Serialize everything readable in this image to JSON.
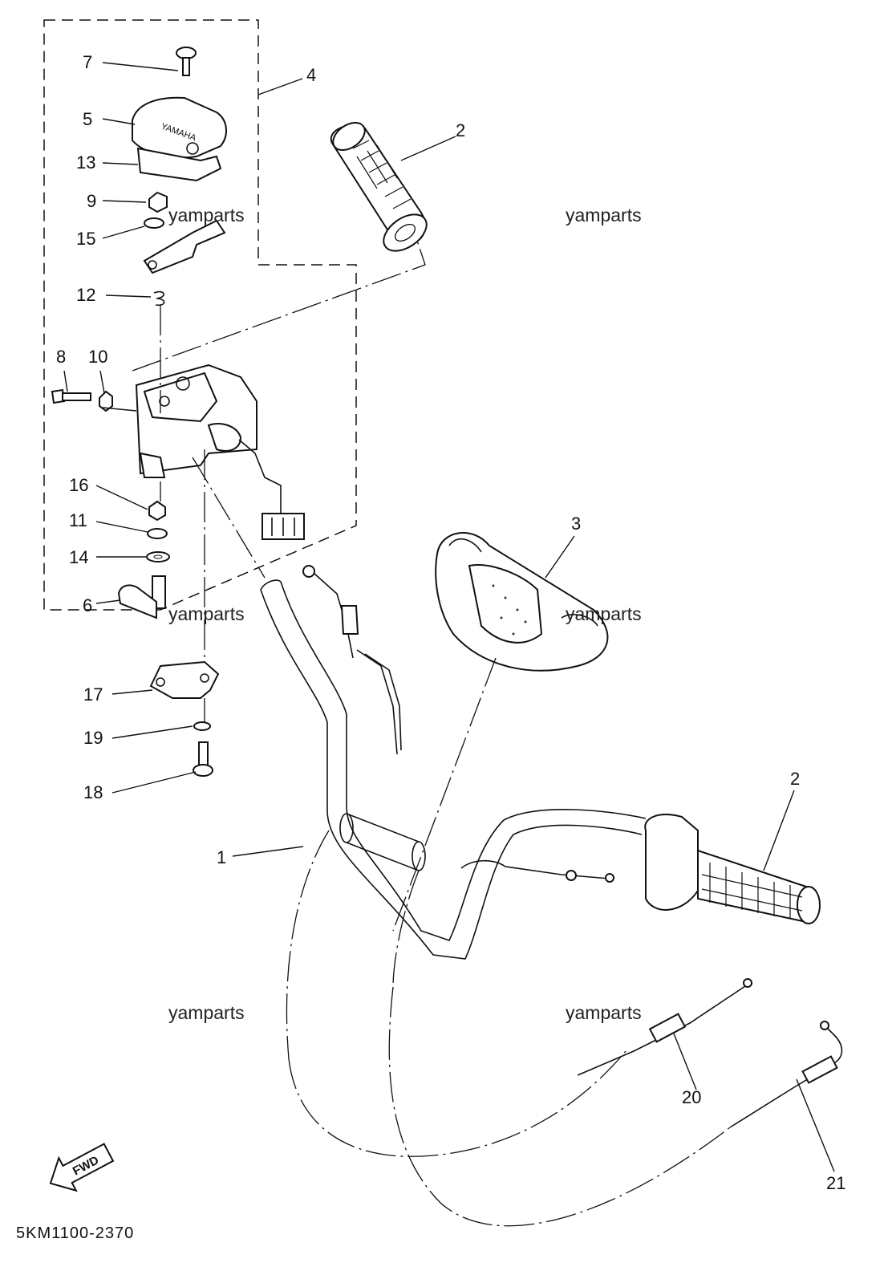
{
  "diagram": {
    "callouts": [
      "1",
      "2",
      "2",
      "3",
      "4",
      "5",
      "6",
      "7",
      "8",
      "9",
      "10",
      "11",
      "12",
      "13",
      "14",
      "15",
      "16",
      "17",
      "18",
      "19",
      "20",
      "21"
    ],
    "watermarks": [
      "yamparts",
      "yamparts",
      "yamparts",
      "yamparts",
      "yamparts",
      "yamparts"
    ],
    "direction_arrow": "FWD",
    "diagram_code": "5KM1100-2370",
    "part_logo_text": "YAMAHA"
  }
}
